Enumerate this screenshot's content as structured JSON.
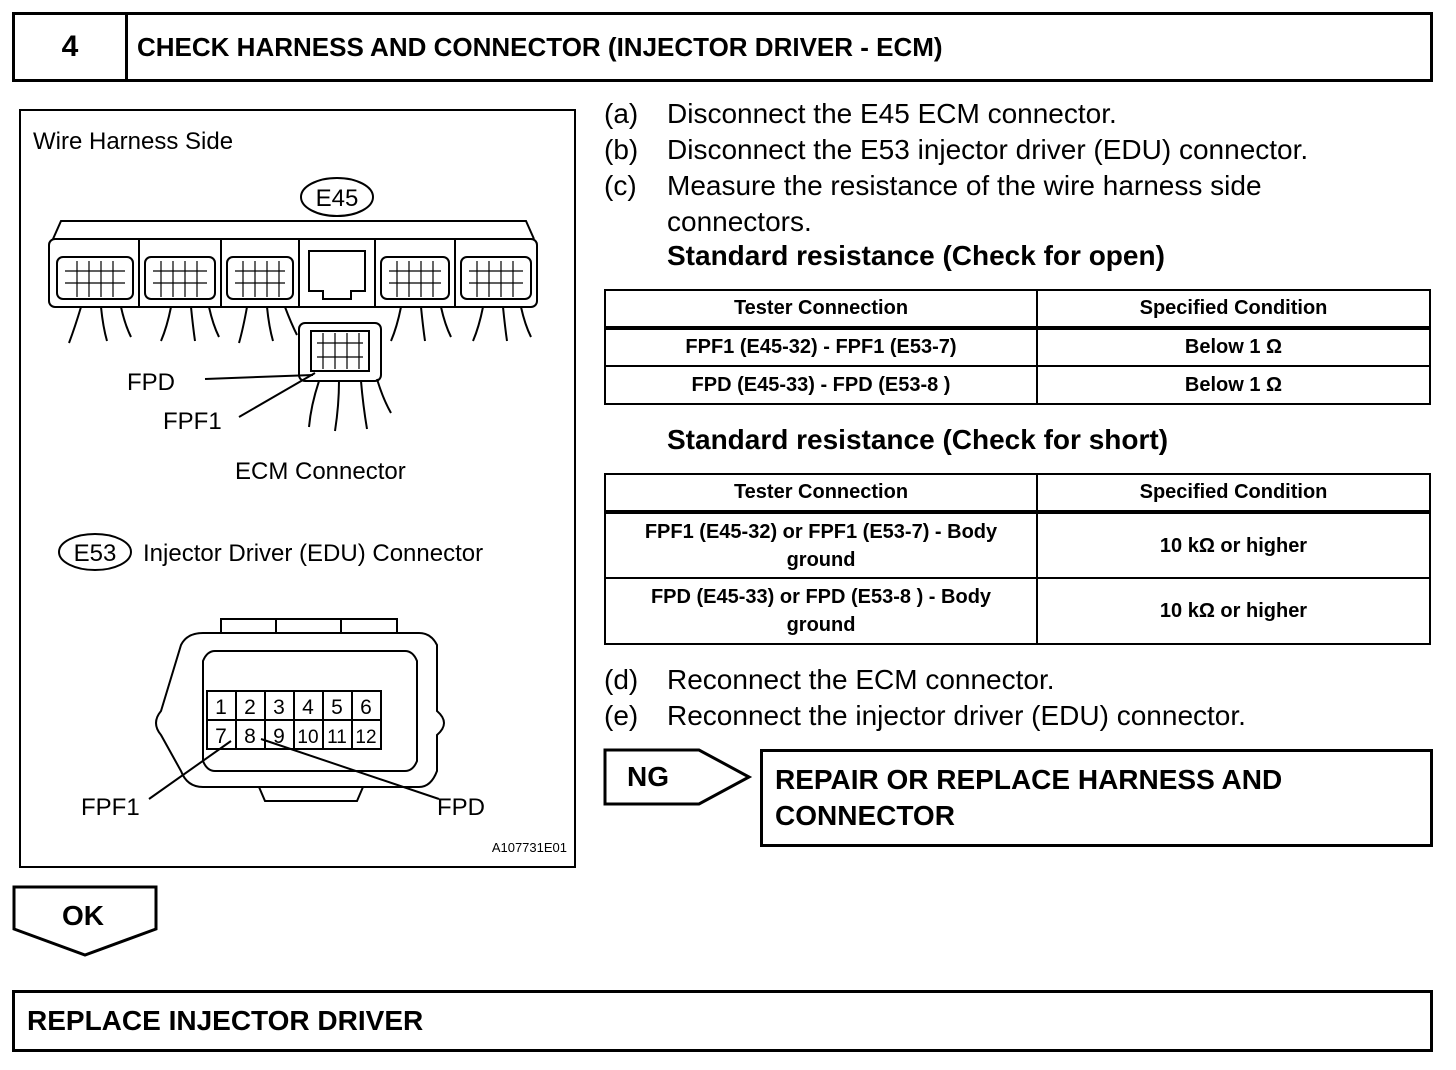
{
  "step": {
    "number": "4",
    "title": "CHECK HARNESS AND CONNECTOR (INJECTOR DRIVER - ECM)"
  },
  "figure": {
    "side_label": "Wire Harness Side",
    "ecm_connector_code": "E45",
    "ecm_label_fpd": "FPD",
    "ecm_label_fpf1": "FPF1",
    "ecm_connector_label": "ECM Connector",
    "edu_connector_code": "E53",
    "edu_connector_label": "Injector Driver (EDU) Connector",
    "edu_pins_top": [
      "1",
      "2",
      "3",
      "4",
      "5",
      "6"
    ],
    "edu_pins_bottom": [
      "7",
      "8",
      "9",
      "10",
      "11",
      "12"
    ],
    "edu_label_fpf1": "FPF1",
    "edu_label_fpd": "FPD",
    "figure_id": "A107731E01"
  },
  "instructions": [
    {
      "label": "(a)",
      "text": "Disconnect the E45 ECM connector."
    },
    {
      "label": "(b)",
      "text": "Disconnect the E53 injector driver (EDU) connector."
    },
    {
      "label": "(c)",
      "text": "Measure the resistance of the wire harness side",
      "text2": "connectors."
    }
  ],
  "open_check": {
    "title": "Standard resistance (Check for open)",
    "headers": [
      "Tester Connection",
      "Specified Condition"
    ],
    "rows": [
      [
        "FPF1 (E45-32) - FPF1 (E53-7)",
        "Below 1 Ω"
      ],
      [
        "FPD (E45-33) - FPD (E53-8 )",
        "Below 1 Ω"
      ]
    ]
  },
  "short_check": {
    "title": "Standard resistance (Check for short)",
    "headers": [
      "Tester Connection",
      "Specified Condition"
    ],
    "rows": [
      [
        "FPF1 (E45-32) or FPF1 (E53-7) - Body ground",
        "10 kΩ or higher"
      ],
      [
        "FPD (E45-33) or FPD (E53-8 ) - Body ground",
        "10 kΩ or higher"
      ]
    ]
  },
  "instructions_after": [
    {
      "label": "(d)",
      "text": "Reconnect the ECM connector."
    },
    {
      "label": "(e)",
      "text": "Reconnect the injector driver (EDU) connector."
    }
  ],
  "ng": {
    "label": "NG",
    "result_line1": "REPAIR OR REPLACE HARNESS AND",
    "result_line2": "CONNECTOR"
  },
  "ok": {
    "label": "OK"
  },
  "final_action": "REPLACE INJECTOR DRIVER"
}
